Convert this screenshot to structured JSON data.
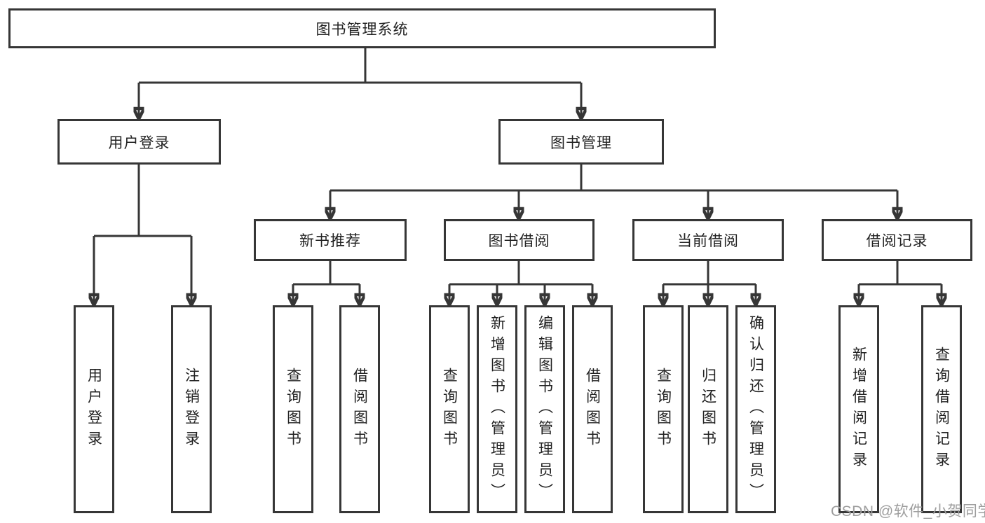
{
  "diagram": {
    "type": "hierarchy-tree",
    "root": {
      "label": "图书管理系统"
    },
    "level2": [
      {
        "label": "用户登录",
        "parent": "图书管理系统"
      },
      {
        "label": "图书管理",
        "parent": "图书管理系统"
      }
    ],
    "level3": [
      {
        "label": "新书推荐",
        "parent": "图书管理"
      },
      {
        "label": "图书借阅",
        "parent": "图书管理"
      },
      {
        "label": "当前借阅",
        "parent": "图书管理"
      },
      {
        "label": "借阅记录",
        "parent": "图书管理"
      }
    ],
    "leaves": [
      {
        "label": "用户登录",
        "parent": "用户登录"
      },
      {
        "label": "注销登录",
        "parent": "用户登录"
      },
      {
        "label": "查询图书",
        "parent": "新书推荐"
      },
      {
        "label": "借阅图书",
        "parent": "新书推荐"
      },
      {
        "label": "查询图书",
        "parent": "图书借阅"
      },
      {
        "label": "新增图书（管理员）",
        "parent": "图书借阅"
      },
      {
        "label": "编辑图书（管理员）",
        "parent": "图书借阅"
      },
      {
        "label": "借阅图书",
        "parent": "图书借阅"
      },
      {
        "label": "查询图书",
        "parent": "当前借阅"
      },
      {
        "label": "归还图书",
        "parent": "当前借阅"
      },
      {
        "label": "确认归还（管理员）",
        "parent": "当前借阅"
      },
      {
        "label": "新增借阅记录",
        "parent": "借阅记录"
      },
      {
        "label": "查询借阅记录",
        "parent": "借阅记录"
      }
    ],
    "colors": {
      "line": "#363636",
      "text": "#222222",
      "watermark": "#9e9e9e",
      "background": "#ffffff"
    }
  },
  "watermark": {
    "text": "CSDN @软件_小贺同学"
  }
}
